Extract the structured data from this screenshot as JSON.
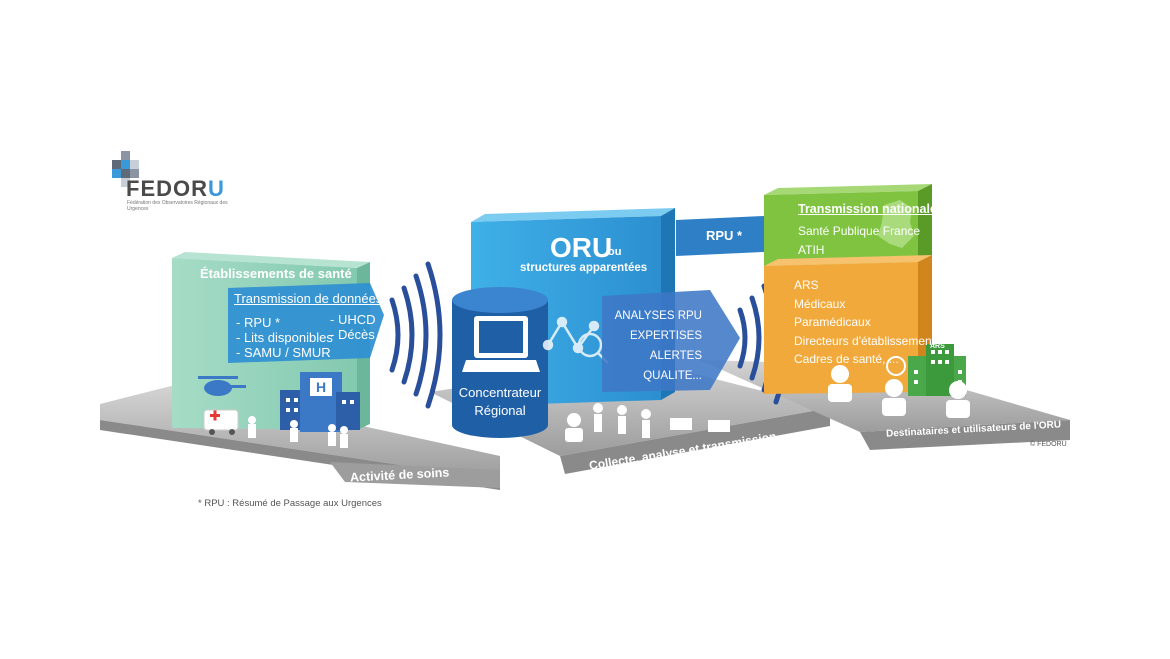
{
  "logo": {
    "word_left": "FEDOR",
    "word_right": "U",
    "tagline": "Fédération des Observatoires Régionaux des Urgences"
  },
  "left_box": {
    "title": "Établissements de santé",
    "subtitle": "Transmission de données",
    "items_col1": [
      "- RPU *",
      "- Lits disponibles",
      "- SAMU / SMUR"
    ],
    "items_col2": [
      "- UHCD",
      "- Décès"
    ]
  },
  "center_box": {
    "title": "ORU",
    "title_suffix": "ou",
    "subtitle": "structures apparentées",
    "concentrator_line1": "Concentrateur",
    "concentrator_line2": "Régional",
    "analyses": [
      "ANALYSES RPU",
      "EXPERTISES",
      "ALERTES",
      "QUALITE..."
    ]
  },
  "rpu_arrow": {
    "label": "RPU *"
  },
  "green_box": {
    "title": "Transmission nationale",
    "items": [
      "Santé Publique France",
      "ATIH"
    ]
  },
  "orange_box": {
    "items": [
      "ARS",
      "Médicaux",
      "Paramédicaux",
      "Directeurs d'établissement",
      "Cadres de santé, ..."
    ],
    "building_sign": "ARS"
  },
  "platforms": {
    "left": "Activité de soins",
    "center": "Collecte, analyse et transmission",
    "right": "Destinataires et utilisateurs de l'ORU"
  },
  "copyright": "© FEDORU",
  "footnote": "* RPU : Résumé de Passage aux Urgences",
  "colors": {
    "teal_box": "#8ed0b8",
    "blue_box": "#35a0dc",
    "green_box": "#7fc341",
    "orange_box": "#f2a93b",
    "platform": "#9a9a9a",
    "waves": "#2a4f9a"
  }
}
